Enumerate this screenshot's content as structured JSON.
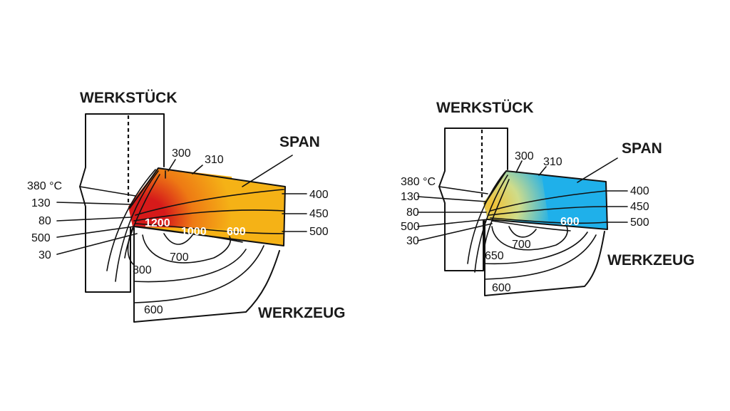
{
  "left_diagram": {
    "workpiece_label": "WERKSTÜCK",
    "chip_label": "SPAN",
    "tool_label": "WERKZEUG",
    "left_temps": [
      "380 °C",
      "130",
      "80",
      "500",
      "30"
    ],
    "top_temps": [
      "300",
      "310"
    ],
    "right_temps": [
      "400",
      "450",
      "500"
    ],
    "inner_temps": [
      "1200",
      "1000",
      "600"
    ],
    "tool_temps": [
      "700",
      "800",
      "600"
    ],
    "colors": {
      "hot": "#d61a1a",
      "mid": "#ee7a14",
      "chip": "#f5b216"
    }
  },
  "right_diagram": {
    "workpiece_label": "WERKSTÜCK",
    "chip_label": "SPAN",
    "tool_label": "WERKZEUG",
    "left_temps": [
      "380 °C",
      "130",
      "80",
      "500",
      "30"
    ],
    "top_temps": [
      "300",
      "310"
    ],
    "right_temps": [
      "400",
      "450",
      "500"
    ],
    "inner_temps": [
      "600"
    ],
    "tool_temps": [
      "700",
      "650",
      "600"
    ],
    "colors": {
      "warm": "#f2c033",
      "chip": "#1fb0ea"
    }
  }
}
